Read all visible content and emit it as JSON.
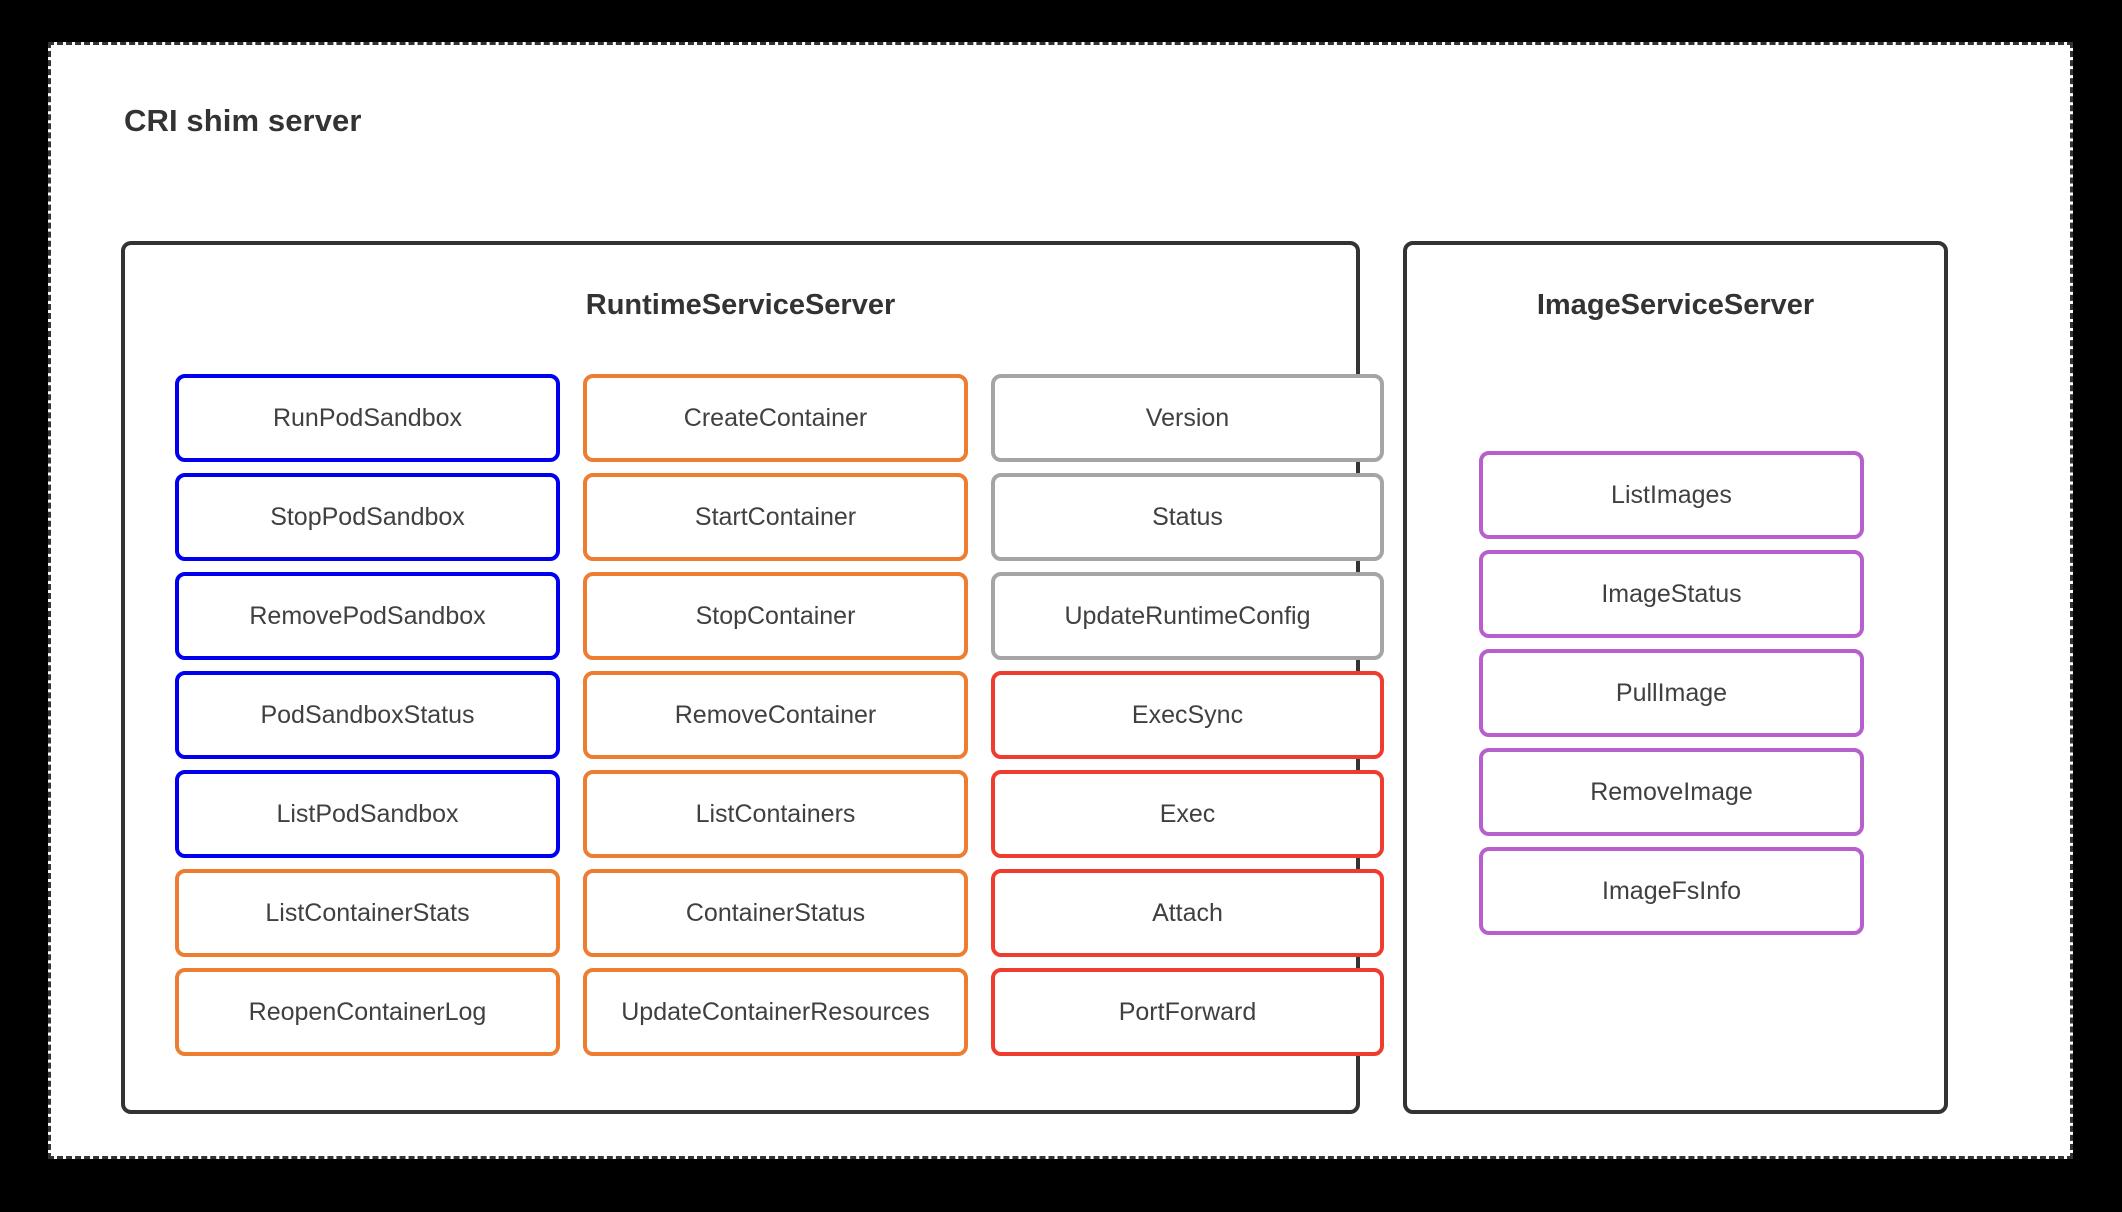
{
  "diagram": {
    "title": "CRI shim server",
    "type": "block-diagram",
    "background_color": "#000000",
    "frame_color": "#333333",
    "frame_style": "dashed"
  },
  "category_colors": {
    "sandbox": "#0000EE",
    "container": "#ED7D31",
    "runtime": "#A5A5A5",
    "stream": "#F03C2E",
    "image": "#B85FCE"
  },
  "panels": [
    {
      "id": "runtime-service",
      "title": "RuntimeServiceServer",
      "columns": [
        {
          "id": "sandbox-column",
          "methods": [
            {
              "label": "RunPodSandbox",
              "category": "sandbox"
            },
            {
              "label": "StopPodSandbox",
              "category": "sandbox"
            },
            {
              "label": "RemovePodSandbox",
              "category": "sandbox"
            },
            {
              "label": "PodSandboxStatus",
              "category": "sandbox"
            },
            {
              "label": "ListPodSandbox",
              "category": "sandbox"
            },
            {
              "label": "ListContainerStats",
              "category": "container"
            },
            {
              "label": "ReopenContainerLog",
              "category": "container"
            }
          ]
        },
        {
          "id": "container-column",
          "methods": [
            {
              "label": "CreateContainer",
              "category": "container"
            },
            {
              "label": "StartContainer",
              "category": "container"
            },
            {
              "label": "StopContainer",
              "category": "container"
            },
            {
              "label": "RemoveContainer",
              "category": "container"
            },
            {
              "label": "ListContainers",
              "category": "container"
            },
            {
              "label": "ContainerStatus",
              "category": "container"
            },
            {
              "label": "UpdateContainerResources",
              "category": "container"
            }
          ]
        },
        {
          "id": "runtime-column",
          "methods": [
            {
              "label": "Version",
              "category": "runtime"
            },
            {
              "label": "Status",
              "category": "runtime"
            },
            {
              "label": "UpdateRuntimeConfig",
              "category": "runtime"
            },
            {
              "label": "ExecSync",
              "category": "stream"
            },
            {
              "label": "Exec",
              "category": "stream"
            },
            {
              "label": "Attach",
              "category": "stream"
            },
            {
              "label": "PortForward",
              "category": "stream"
            }
          ]
        }
      ]
    },
    {
      "id": "image-service",
      "title": "ImageServiceServer",
      "columns": [
        {
          "id": "image-column",
          "methods": [
            {
              "label": "ListImages",
              "category": "image"
            },
            {
              "label": "ImageStatus",
              "category": "image"
            },
            {
              "label": "PullImage",
              "category": "image"
            },
            {
              "label": "RemoveImage",
              "category": "image"
            },
            {
              "label": "ImageFsInfo",
              "category": "image"
            }
          ]
        }
      ]
    }
  ]
}
